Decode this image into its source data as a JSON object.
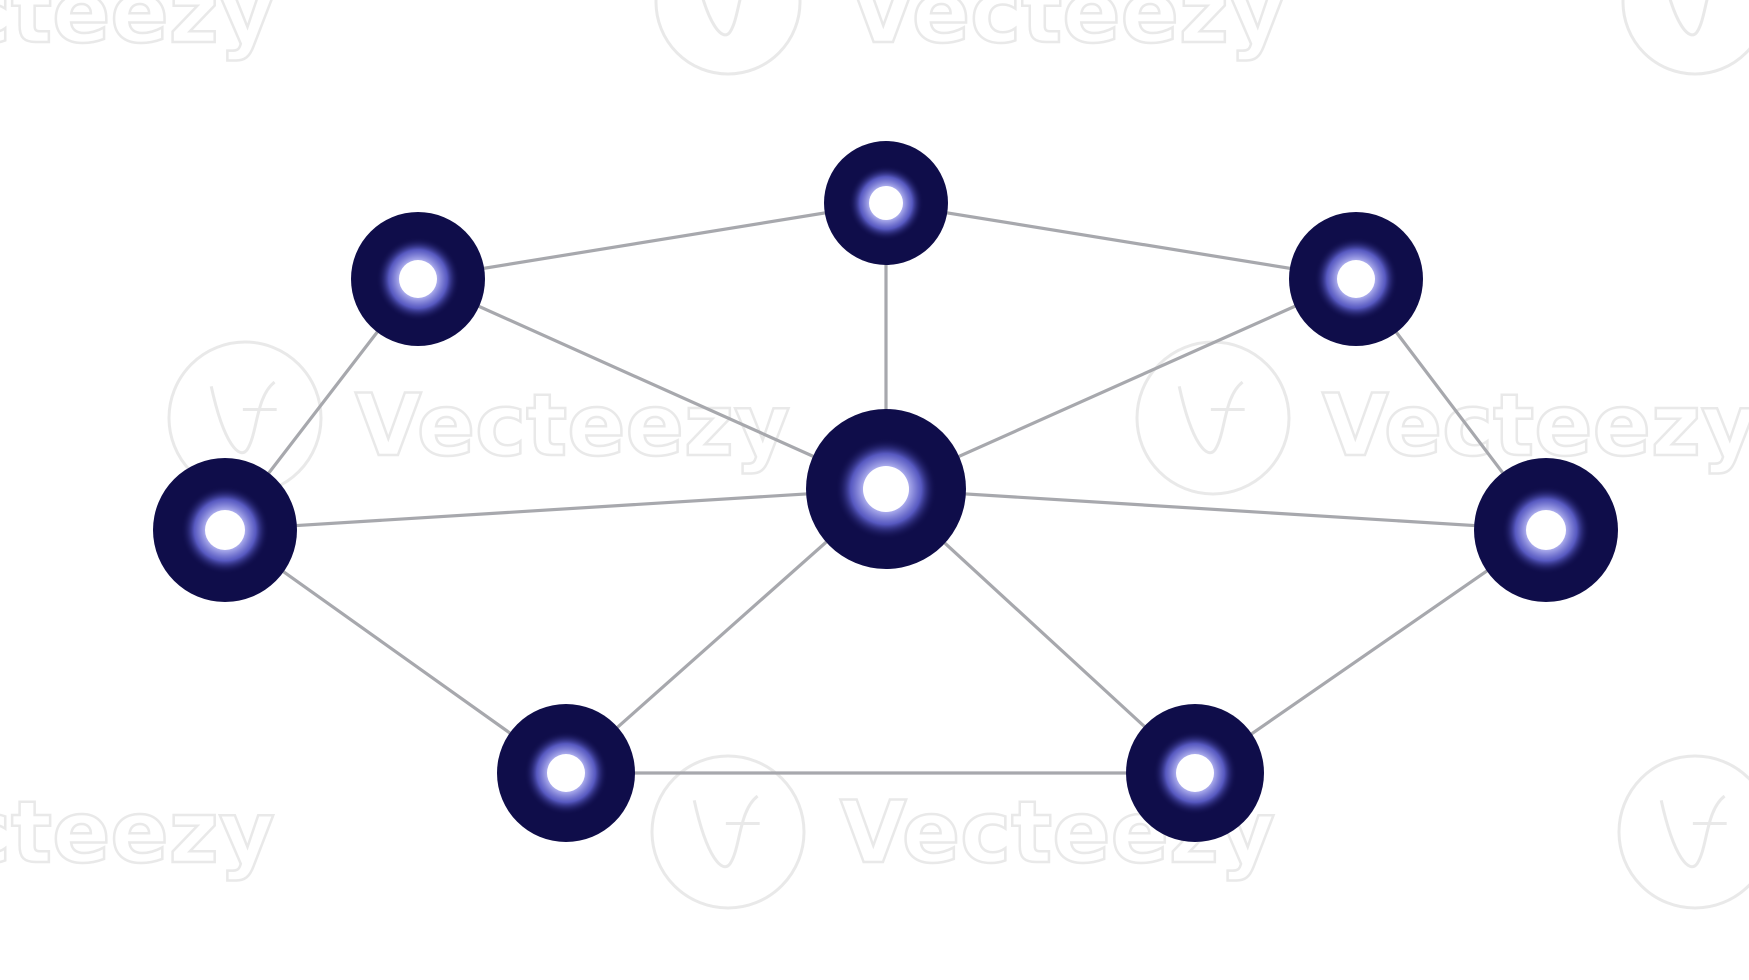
{
  "watermark": {
    "brand": "Vecteezy",
    "partial_left": "cteezy",
    "logo_icon": "vecteezy-v-logo-icon"
  },
  "colors": {
    "background": "#ffffff",
    "node_ring": "#0f0d4a",
    "node_glow": "#6f72e8",
    "node_core": "#ffffff",
    "edge": "#a7a8ad",
    "watermark": "#e9e9e9"
  },
  "diagram": {
    "type": "network-graph",
    "nodes": [
      {
        "id": "center",
        "size": "large"
      },
      {
        "id": "top",
        "size": "medium"
      },
      {
        "id": "upper-left",
        "size": "medium"
      },
      {
        "id": "upper-right",
        "size": "medium"
      },
      {
        "id": "left",
        "size": "medium"
      },
      {
        "id": "right",
        "size": "medium"
      },
      {
        "id": "bottom-left",
        "size": "medium"
      },
      {
        "id": "bottom-right",
        "size": "medium"
      }
    ],
    "edges": [
      [
        "top",
        "upper-left"
      ],
      [
        "top",
        "upper-right"
      ],
      [
        "top",
        "center"
      ],
      [
        "upper-left",
        "center"
      ],
      [
        "upper-right",
        "center"
      ],
      [
        "upper-left",
        "left"
      ],
      [
        "upper-right",
        "right"
      ],
      [
        "left",
        "center"
      ],
      [
        "right",
        "center"
      ],
      [
        "left",
        "bottom-left"
      ],
      [
        "right",
        "bottom-right"
      ],
      [
        "bottom-left",
        "center"
      ],
      [
        "bottom-right",
        "center"
      ],
      [
        "bottom-left",
        "bottom-right"
      ]
    ]
  }
}
